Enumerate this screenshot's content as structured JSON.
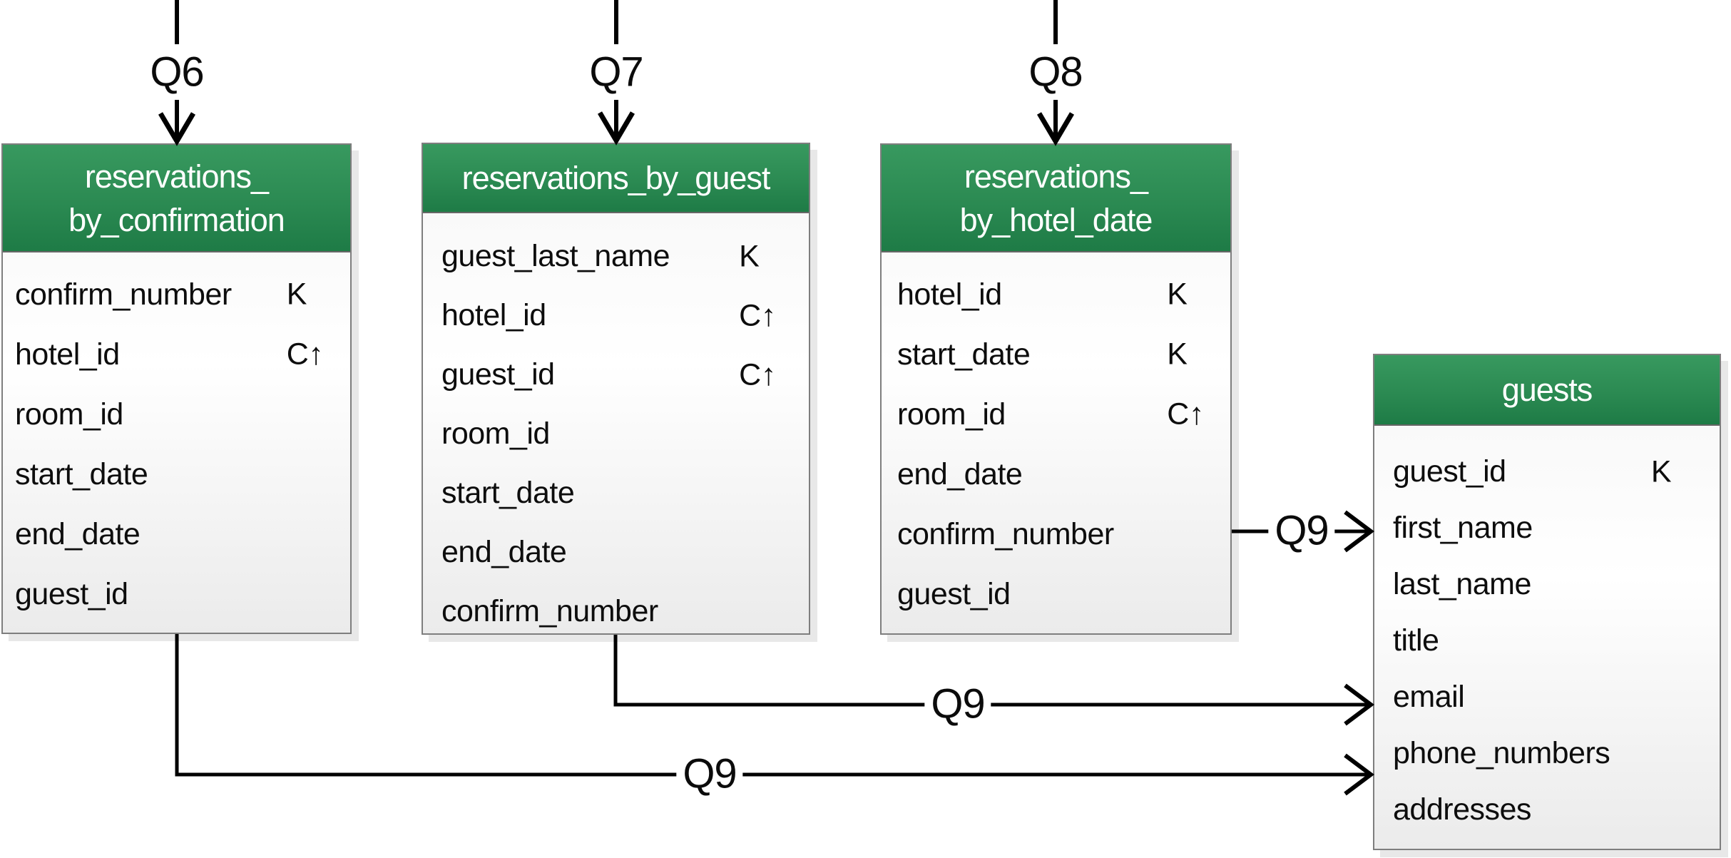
{
  "colors": {
    "header_green_top": "#38995f",
    "header_green_bottom": "#1e7b46",
    "header_text": "#ffffff",
    "table_border": "#7e7e7e",
    "body_gradient_top": "#f6f6f6",
    "body_gradient_bottom": "#ebebeb",
    "connector_black": "#000000"
  },
  "queries": {
    "q6": {
      "label": "Q6"
    },
    "q7": {
      "label": "Q7"
    },
    "q8": {
      "label": "Q8"
    },
    "q9_from_hotel_date": {
      "label": "Q9"
    },
    "q9_from_guest": {
      "label": "Q9"
    },
    "q9_from_confirmation": {
      "label": "Q9"
    }
  },
  "tables": [
    {
      "id": "reservations_by_confirmation",
      "title": "reservations_\nby_confirmation",
      "fields": [
        {
          "name": "confirm_number",
          "annotation": "K"
        },
        {
          "name": "hotel_id",
          "annotation": "C↑"
        },
        {
          "name": "room_id",
          "annotation": ""
        },
        {
          "name": "start_date",
          "annotation": ""
        },
        {
          "name": "end_date",
          "annotation": ""
        },
        {
          "name": "guest_id",
          "annotation": ""
        }
      ]
    },
    {
      "id": "reservations_by_guest",
      "title": "reservations_by_guest",
      "fields": [
        {
          "name": "guest_last_name",
          "annotation": "K"
        },
        {
          "name": "hotel_id",
          "annotation": "C↑"
        },
        {
          "name": "guest_id",
          "annotation": "C↑"
        },
        {
          "name": "room_id",
          "annotation": ""
        },
        {
          "name": "start_date",
          "annotation": ""
        },
        {
          "name": "end_date",
          "annotation": ""
        },
        {
          "name": "confirm_number",
          "annotation": ""
        }
      ]
    },
    {
      "id": "reservations_by_hotel_date",
      "title": "reservations_\nby_hotel_date",
      "fields": [
        {
          "name": "hotel_id",
          "annotation": "K"
        },
        {
          "name": "start_date",
          "annotation": "K"
        },
        {
          "name": "room_id",
          "annotation": "C↑"
        },
        {
          "name": "end_date",
          "annotation": ""
        },
        {
          "name": "confirm_number",
          "annotation": ""
        },
        {
          "name": "guest_id",
          "annotation": ""
        }
      ]
    },
    {
      "id": "guests",
      "title": "guests",
      "fields": [
        {
          "name": "guest_id",
          "annotation": "K"
        },
        {
          "name": "first_name",
          "annotation": ""
        },
        {
          "name": "last_name",
          "annotation": ""
        },
        {
          "name": "title",
          "annotation": ""
        },
        {
          "name": "email",
          "annotation": ""
        },
        {
          "name": "phone_numbers",
          "annotation": ""
        },
        {
          "name": "addresses",
          "annotation": ""
        }
      ]
    }
  ]
}
